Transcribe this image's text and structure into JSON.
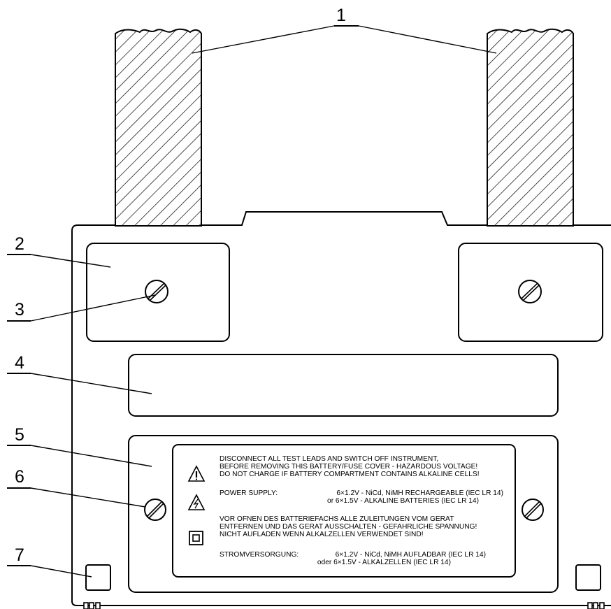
{
  "callouts": {
    "c1": "1",
    "c2": "2",
    "c3": "3",
    "c4": "4",
    "c5": "5",
    "c6": "6",
    "c7": "7"
  },
  "warning_label": {
    "line1": "DISCONNECT ALL TEST LEADS AND SWITCH OFF INSTRUMENT,",
    "line2": "BEFORE REMOVING THIS BATTERY/FUSE COVER - HAZARDOUS VOLTAGE!",
    "line3": "DO NOT CHARGE IF BATTERY COMPARTMENT CONTAINS ALKALINE CELLS!",
    "power_label": "POWER SUPPLY:",
    "power_a": "6×1.2V - NiCd, NiMH RECHARGEABLE (IEC LR 14)",
    "power_b": "or 6×1.5V - ALKALINE BATTERIES (IEC LR 14)",
    "de_line1": "VOR OFNEN DES BATTERIEFACHS ALLE ZULEITUNGEN VOM GERAT",
    "de_line2": "ENTFERNEN UND DAS GERAT AUSSCHALTEN - GEFAHRLICHE SPANNUNG!",
    "de_line3": "NICHT AUFLADEN WENN ALKALZELLEN VERWENDET SIND!",
    "strom_label": "STROMVERSORGUNG:",
    "strom_a": "6×1.2V - NiCd, NiMH AUFLADBAR (IEC LR 14)",
    "strom_b": "oder 6×1.5V - ALKALZELLEN (IEC LR 14)"
  },
  "icons": [
    "warning-triangle-icon",
    "high-voltage-triangle-icon",
    "double-insulation-icon"
  ]
}
